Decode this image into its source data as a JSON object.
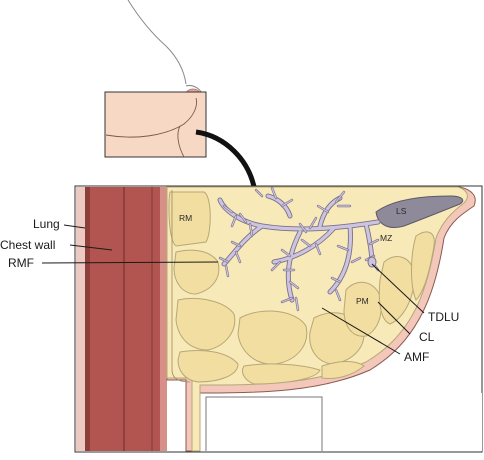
{
  "labels": {
    "lung": "Lung",
    "chest_wall": "Chest wall",
    "rmf": "RMF",
    "rm": "RM",
    "ls": "LS",
    "mz": "MZ",
    "pm": "PM",
    "tdlu": "TDLU",
    "cl": "CL",
    "amf": "AMF"
  },
  "colors": {
    "muscle": "#b2544f",
    "muscle_light": "#e9c3bd",
    "fat": "#f7e9b8",
    "fat_stroke": "#b8a777",
    "gland": "#cdc5dd",
    "gland_stroke": "#7a6f8f",
    "skin": "#f6d8c4",
    "sinus": "#8f8a99"
  }
}
